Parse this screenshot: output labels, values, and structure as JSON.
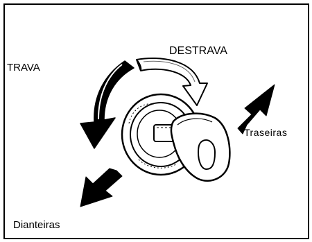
{
  "labels": {
    "trava": "TRAVA",
    "destrava": "DESTRAVA",
    "traseiras": "Traseiras",
    "dianteiras": "Dianteiras"
  },
  "icons": {
    "lock_arrow": "curved-arrow-counterclockwise-icon",
    "unlock_arrow": "curved-arrow-clockwise-icon",
    "rear_arrow": "arrow-up-right-icon",
    "front_arrow": "arrow-down-left-icon",
    "key": "key-in-lock-icon"
  },
  "colors": {
    "ink": "#000000",
    "paper": "#ffffff"
  }
}
